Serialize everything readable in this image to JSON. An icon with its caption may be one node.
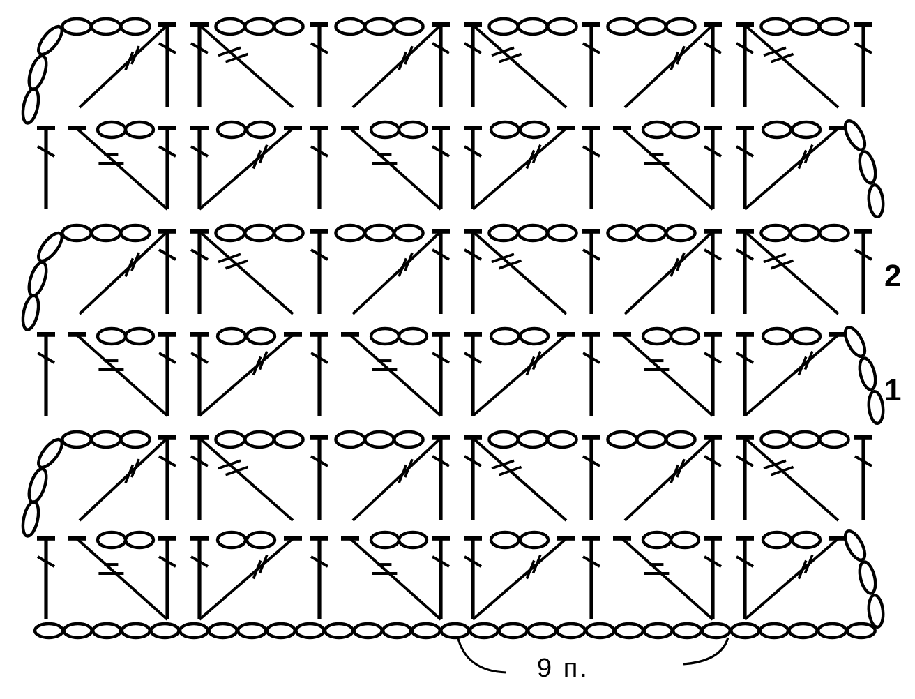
{
  "diagram": {
    "labels": [
      "2",
      "1",
      "9 п."
    ]
  }
}
